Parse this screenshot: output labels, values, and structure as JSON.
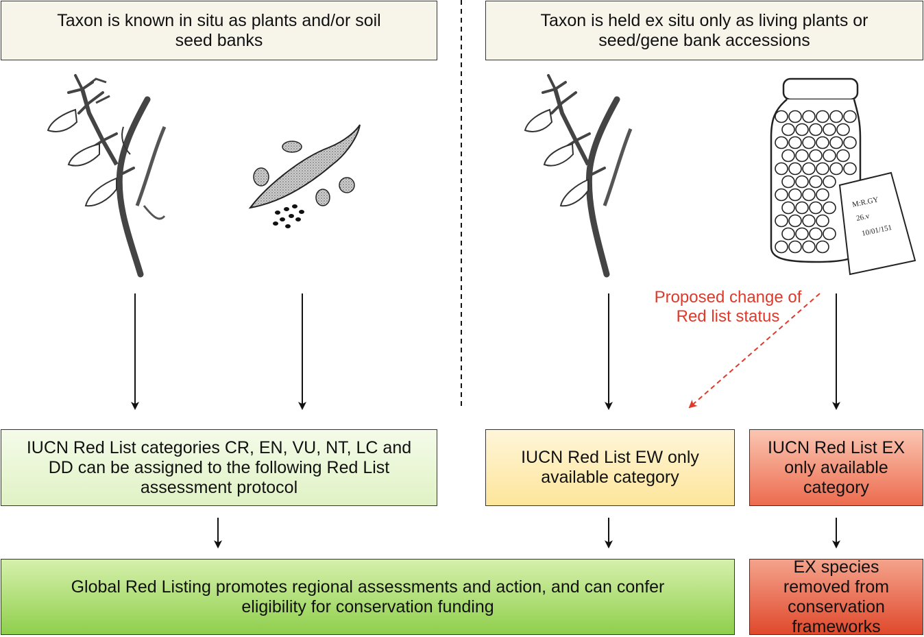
{
  "boxes": {
    "in_situ": "Taxon is known in situ as plants and/or soil seed banks",
    "ex_situ": "Taxon is held ex situ only as living plants or seed/gene bank accessions",
    "iucn_categories": "IUCN Red List categories CR, EN, VU, NT, LC and DD can be assigned to the following Red List assessment protocol",
    "iucn_ew": "IUCN Red List EW only available category",
    "iucn_ex": "IUCN Red List EX only available category",
    "global_listing": "Global Red Listing promotes regional assessments and action, and can confer eligibility for conservation funding",
    "ex_removed": "EX species removed from conservation frameworks"
  },
  "annotation": {
    "proposed_change": "Proposed change of Red list status"
  },
  "jar_label": {
    "line1": "M:R.GY",
    "line2": "26.v",
    "line3": "10/01/151"
  },
  "colors": {
    "arrow": "#111111",
    "proposed_arrow": "#e0392a",
    "plant": "#4a4a4a"
  }
}
